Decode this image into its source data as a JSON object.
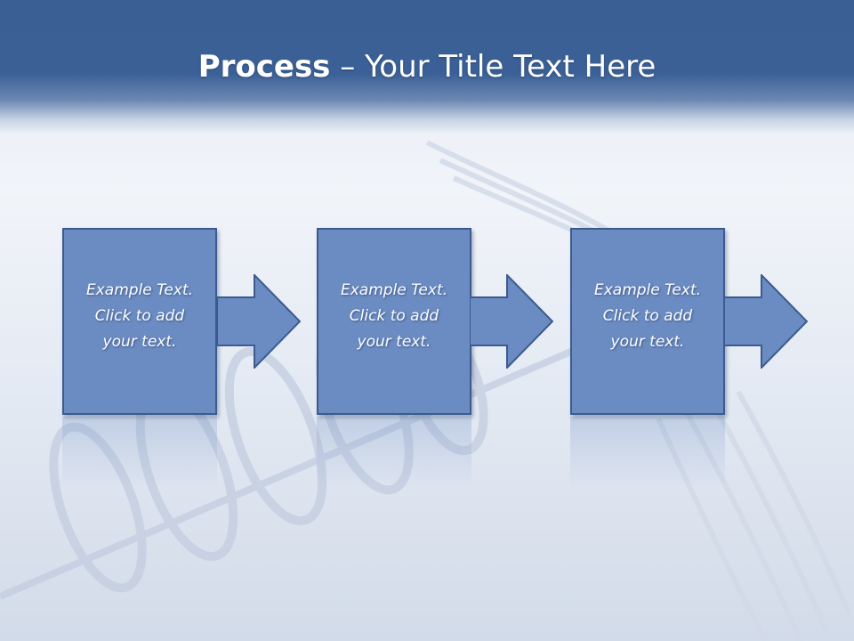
{
  "slide": {
    "title_bold": "Process",
    "title_rest": " – Your Title Text Here"
  },
  "steps": [
    {
      "lines": [
        "Example Text.",
        "Click  to add",
        "your text."
      ]
    },
    {
      "lines": [
        "Example Text.",
        "Click  to add",
        "your text."
      ]
    },
    {
      "lines": [
        "Example Text.",
        "Click  to add",
        "your text."
      ]
    }
  ],
  "colors": {
    "header": "#3a6097",
    "box_fill": "#6b8cc2",
    "box_border": "#3c5a8f",
    "text": "#ffffff"
  },
  "icons": [
    "caduceus-background",
    "right-arrow-icon"
  ]
}
